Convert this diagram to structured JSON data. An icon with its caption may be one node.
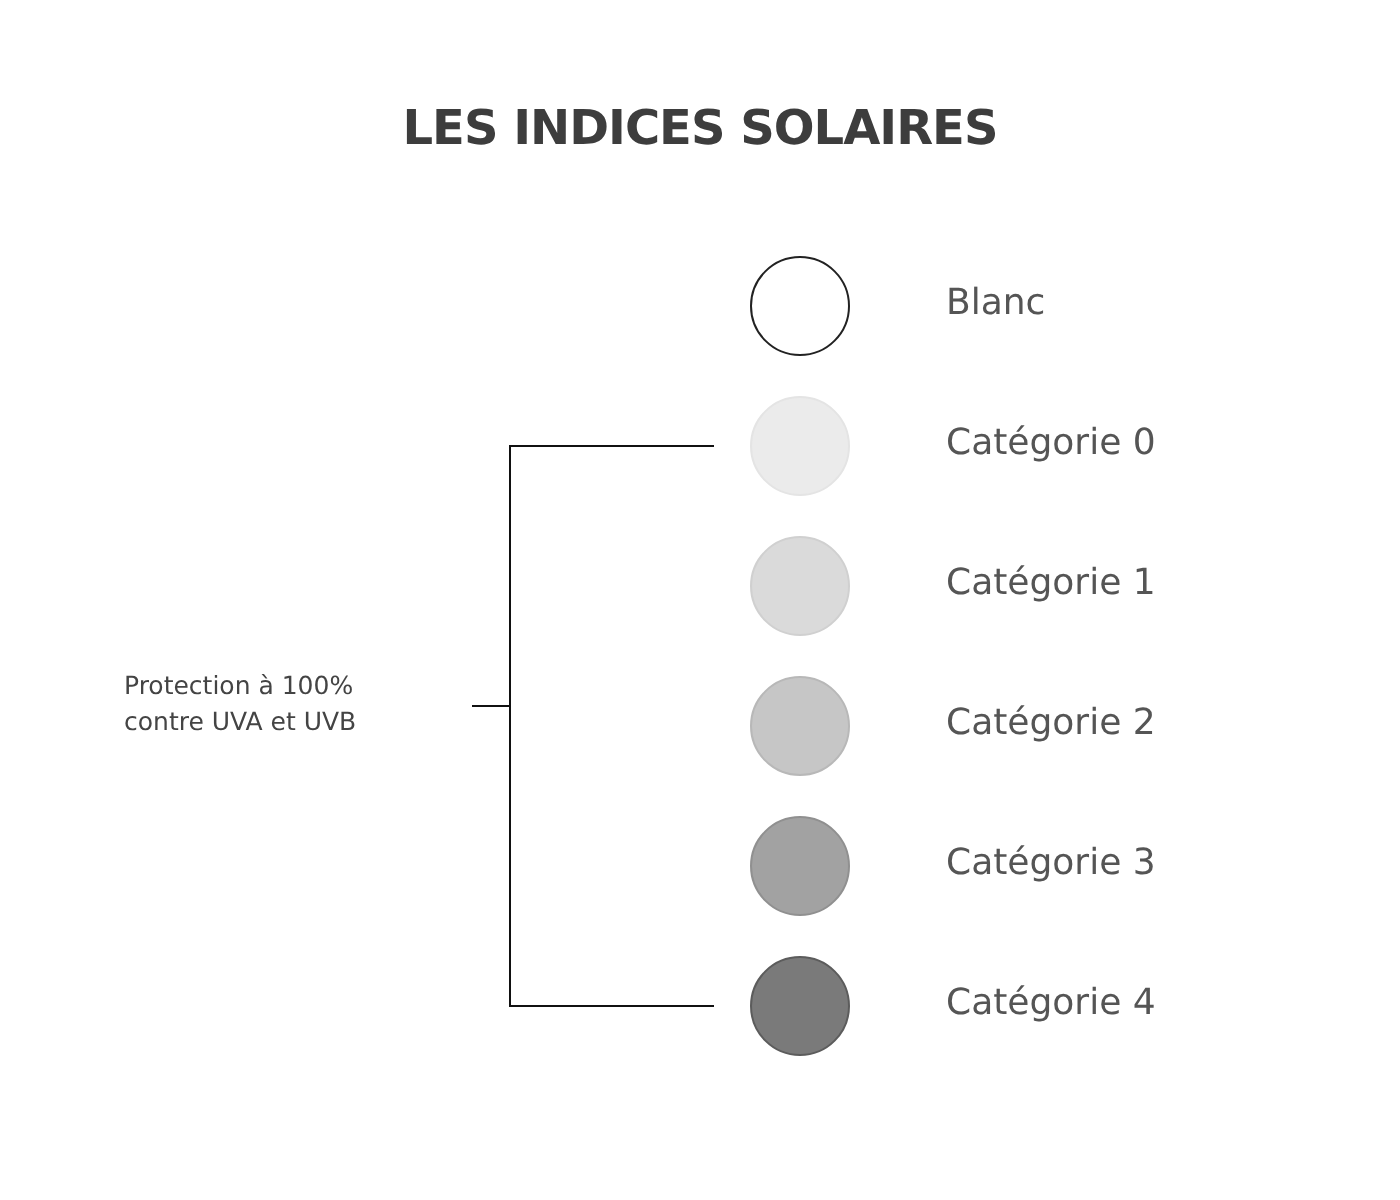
{
  "diagram": {
    "title": "LES INDICES SOLAIRES",
    "nodes": [
      {
        "text": [],
        "shape": "circle",
        "beside": [
          "Blanc"
        ]
      },
      {
        "text": [],
        "shape": "circle",
        "beside": [
          "Catégorie 0"
        ]
      },
      {
        "text": [],
        "shape": "circle",
        "beside": [
          "Catégorie 1"
        ]
      },
      {
        "text": [],
        "shape": "circle",
        "beside": [
          "Catégorie 2"
        ]
      },
      {
        "text": [],
        "shape": "circle",
        "beside": [
          "Catégorie 3"
        ]
      },
      {
        "text": [],
        "shape": "circle",
        "beside": [
          "Catégorie 4"
        ]
      }
    ],
    "labels": [
      "Protection à 100% contre UVA et UVB"
    ]
  }
}
